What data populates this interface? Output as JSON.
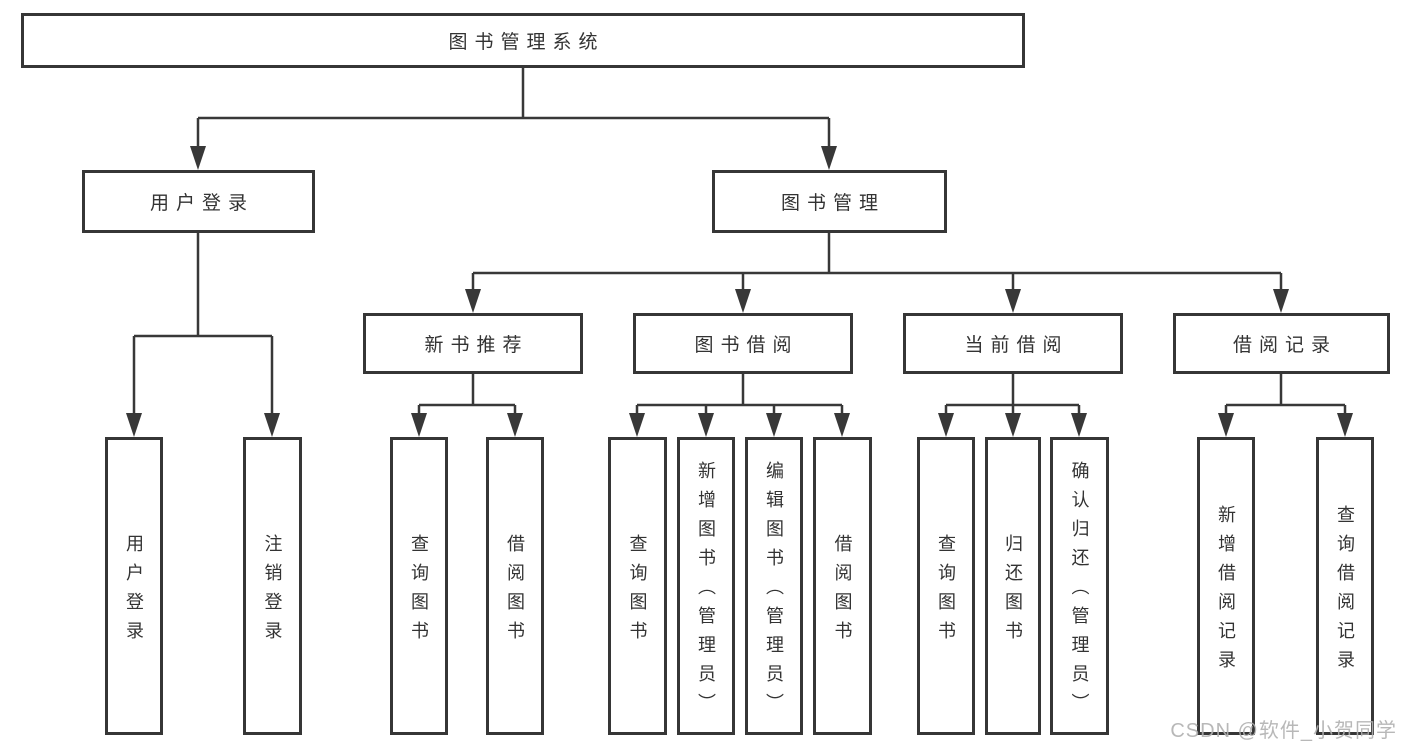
{
  "tree": {
    "label": "图书管理系统",
    "children": [
      {
        "label": "用户登录",
        "children": [
          {
            "label": "用户登录"
          },
          {
            "label": "注销登录"
          }
        ]
      },
      {
        "label": "图书管理",
        "children": [
          {
            "label": "新书推荐",
            "children": [
              {
                "label": "查询图书"
              },
              {
                "label": "借阅图书"
              }
            ]
          },
          {
            "label": "图书借阅",
            "children": [
              {
                "label": "查询图书"
              },
              {
                "label": "新增图书（管理员）"
              },
              {
                "label": "编辑图书（管理员）"
              },
              {
                "label": "借阅图书"
              }
            ]
          },
          {
            "label": "当前借阅",
            "children": [
              {
                "label": "查询图书"
              },
              {
                "label": "归还图书"
              },
              {
                "label": "确认归还（管理员）"
              }
            ]
          },
          {
            "label": "借阅记录",
            "children": [
              {
                "label": "新增借阅记录"
              },
              {
                "label": "查询借阅记录"
              }
            ]
          }
        ]
      }
    ]
  },
  "watermark": {
    "text": "CSDN @软件_小贺同学"
  },
  "colors": {
    "line": "#383838",
    "border": "#363636",
    "text": "#333333",
    "background": "#ffffff",
    "watermark": "#b0b0b0"
  }
}
